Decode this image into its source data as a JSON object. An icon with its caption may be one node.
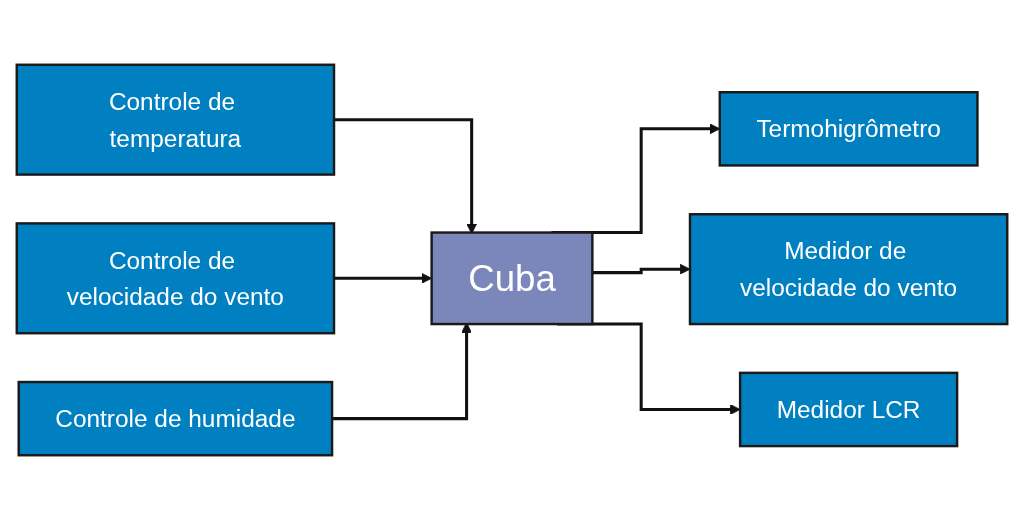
{
  "diagram": {
    "nodes": [
      {
        "text": [
          "Termohigrômetro"
        ]
      },
      {
        "text": [
          "Controle de temperatura"
        ]
      },
      {
        "text": [
          "Medidor de velocidade do vento"
        ]
      },
      {
        "text": [
          "Cuba"
        ]
      },
      {
        "text": [
          "Controle de velocidade do vento"
        ]
      },
      {
        "text": [
          "Medidor LCR"
        ]
      },
      {
        "text": [
          "Controle de humidade"
        ]
      }
    ],
    "edges": [
      {
        "from": 1,
        "to": 3,
        "arrow": "to"
      },
      {
        "from": 4,
        "to": 3,
        "arrow": "to"
      },
      {
        "from": 6,
        "to": 3,
        "arrow": "to"
      },
      {
        "from": 3,
        "to": 0,
        "arrow": "to"
      },
      {
        "from": 3,
        "to": 2,
        "arrow": "to"
      },
      {
        "from": 3,
        "to": 5,
        "arrow": "to"
      }
    ]
  }
}
